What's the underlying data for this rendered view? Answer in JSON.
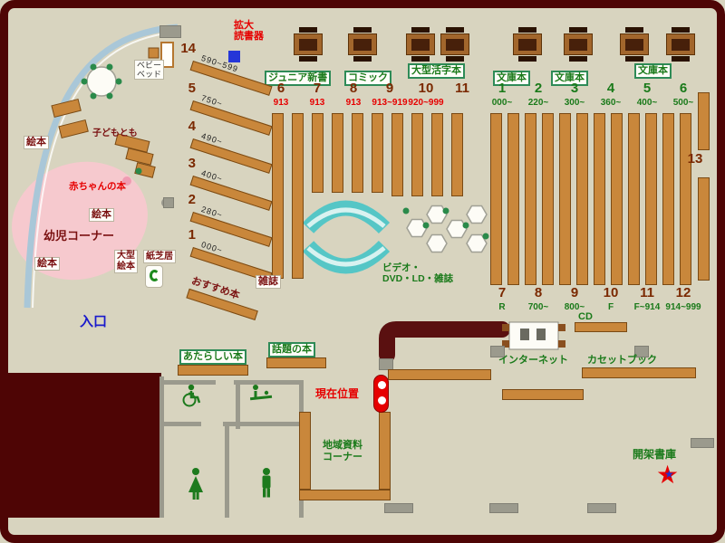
{
  "colors": {
    "background": "#d8d4bf",
    "border_maroon": "#4e0505",
    "shelf_brown": "#c9873b",
    "accent_green": "#1a7a1a",
    "accent_red": "#e60000",
    "accent_maroon": "#7a2800",
    "entrance_blue": "#1a1acc",
    "seating_cyan": "#55c6c6",
    "baby_pink": "#f6c9ce"
  },
  "icons": {
    "star": "★"
  },
  "top_area": {
    "magnifier_line1": "拡大",
    "magnifier_line2": "読書器"
  },
  "section_labels": [
    {
      "label": "ジュニア新書"
    },
    {
      "label": "コミック"
    },
    {
      "label": "大型活字本"
    },
    {
      "label": "文庫本"
    },
    {
      "label": "文庫本"
    },
    {
      "label": "文庫本"
    }
  ],
  "aisles_top_left": [
    {
      "num": "6",
      "range": "913"
    },
    {
      "num": "7",
      "range": "913"
    },
    {
      "num": "8",
      "range": "913"
    },
    {
      "num": "9",
      "range": "913~919"
    },
    {
      "num": "10",
      "range": "920~999"
    },
    {
      "num": "11",
      "range": ""
    }
  ],
  "aisles_top_right": [
    {
      "num": "1",
      "range": "000~"
    },
    {
      "num": "2",
      "range": "220~"
    },
    {
      "num": "3",
      "range": "300~"
    },
    {
      "num": "4",
      "range": "360~"
    },
    {
      "num": "5",
      "range": "400~"
    },
    {
      "num": "6",
      "range": "500~"
    }
  ],
  "aisles_bottom": [
    {
      "num": "7",
      "range": "R"
    },
    {
      "num": "8",
      "range": "700~"
    },
    {
      "num": "9",
      "range": "800~"
    },
    {
      "num": "10",
      "range": "F"
    },
    {
      "num": "11",
      "range": "F~914"
    },
    {
      "num": "12",
      "range": "914~999"
    }
  ],
  "diagonal_aisles": [
    {
      "num": "14",
      "range": "590~599"
    },
    {
      "num": "5",
      "range": "750~"
    },
    {
      "num": "4",
      "range": "490~"
    },
    {
      "num": "3",
      "range": "400~"
    },
    {
      "num": "2",
      "range": "280~"
    },
    {
      "num": "1",
      "range": "000~"
    }
  ],
  "aisle_13": "13",
  "children_area": {
    "corner": "幼児コーナー",
    "baby_books": "赤ちゃんの本",
    "picture_books_1": "絵本",
    "picture_books_2": "絵本",
    "picture_books_3": "絵本",
    "kodomo_no_tomo": "子どもとも",
    "baby_bed_line1": "ベビー",
    "baby_bed_line2": "ベッド",
    "large_picture_books_line1": "大型",
    "large_picture_books_line2": "絵本",
    "kamishibai": "紙芝居"
  },
  "floor_labels": {
    "entrance": "入口",
    "magazines": "雑誌",
    "recommended_books": "おすすめ本",
    "video_line1": "ビデオ・",
    "video_line2": "DVD・LD・雑誌",
    "new_books": "あたらしい本",
    "topic_books": "話題の本",
    "current_location": "現在位置",
    "local_materials_line1": "地域資料",
    "local_materials_line2": "コーナー",
    "internet": "インターネット",
    "cd": "CD",
    "cassette_books": "カセットブック",
    "open_stacks": "開架書庫"
  }
}
